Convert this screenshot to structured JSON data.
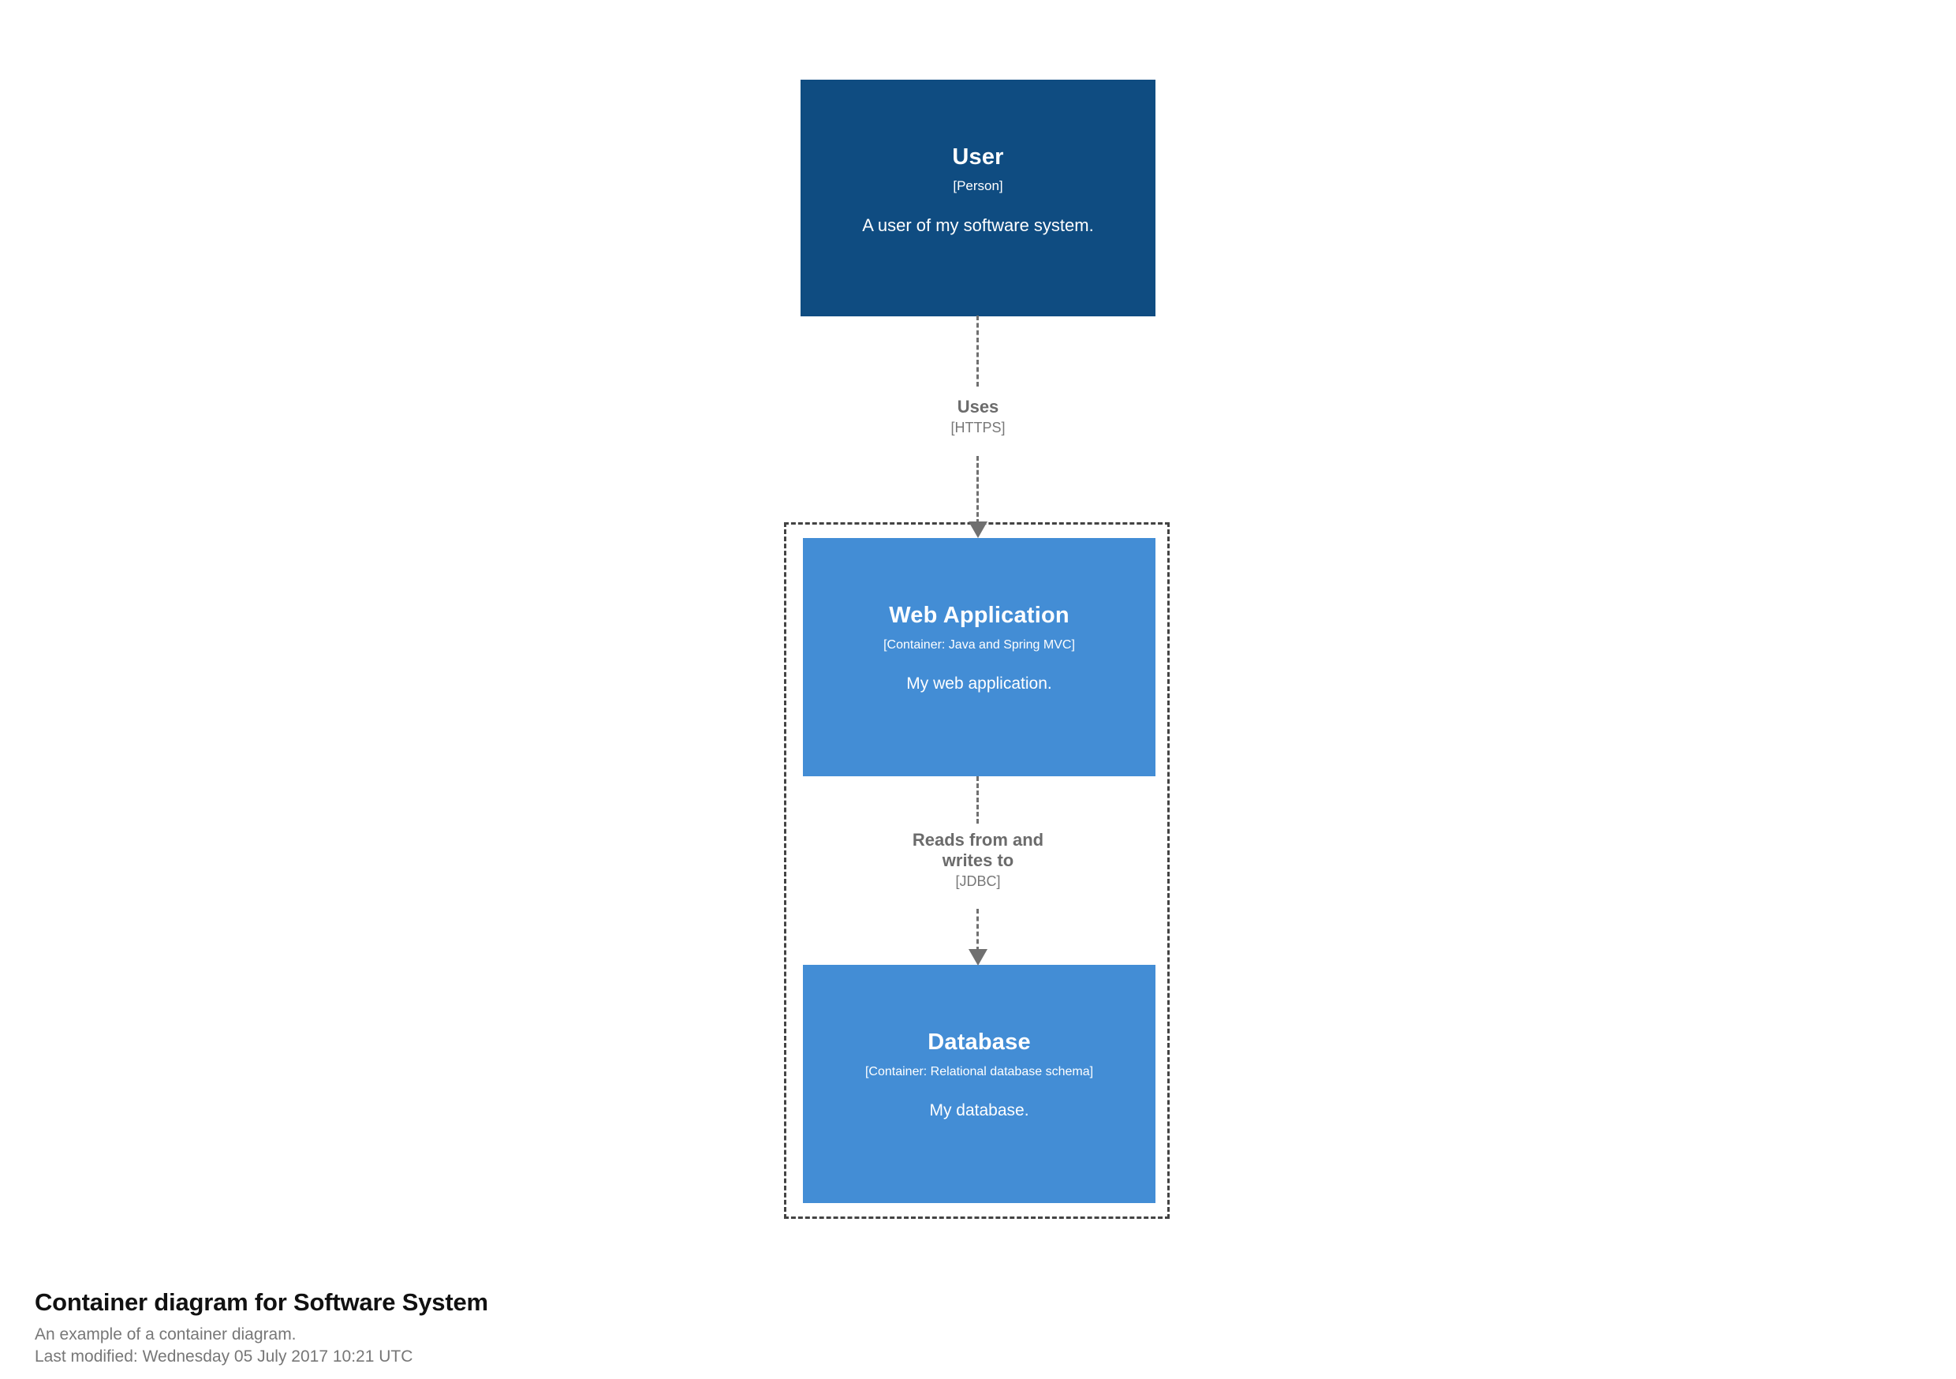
{
  "diagram": {
    "background_color": "#ffffff",
    "person_color": "#0f4c81",
    "container_color": "#438dd5",
    "boundary_color": "#434343",
    "relationship_color": "#707070",
    "nodes": [
      {
        "id": "user",
        "name": "User",
        "tech": "[Person]",
        "description": "A user of my software system.",
        "type": "person"
      },
      {
        "id": "web-application",
        "name": "Web Application",
        "tech": "[Container: Java and Spring MVC]",
        "description": "My web application.",
        "type": "container"
      },
      {
        "id": "database",
        "name": "Database",
        "tech": "[Container: Relational database schema]",
        "description": "My database.",
        "type": "container"
      }
    ],
    "relationships": [
      {
        "id": "user-to-web-application",
        "source": "user",
        "target": "web-application",
        "description": "Uses",
        "technology": "[HTTPS]"
      },
      {
        "id": "web-application-to-database",
        "source": "web-application",
        "target": "database",
        "description": "Reads from and\nwrites to",
        "technology": "[JDBC]"
      }
    ]
  },
  "caption": {
    "title": "Container diagram for Software System",
    "subtitle": "An example of a container diagram.",
    "last_modified": "Last modified: Wednesday 05 July 2017 10:21 UTC"
  }
}
